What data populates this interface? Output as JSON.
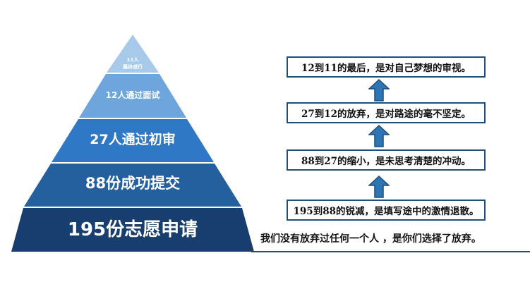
{
  "pyramid": {
    "tiers": [
      {
        "line1": "11人",
        "line2": "最终成行"
      },
      {
        "label": "12人通过面试"
      },
      {
        "label": "27人通过初审"
      },
      {
        "label": "88份成功提交"
      },
      {
        "label": "195份志愿申请"
      }
    ],
    "colors": [
      "#a7c9ea",
      "#6ea5dc",
      "#2f78c5",
      "#24609e",
      "#173e6e"
    ]
  },
  "steps": [
    "12到11的最后，是对自己梦想的审视。",
    "27到12的放弃，是对路途的毫不坚定。",
    "88到27的缩小，是未思考清楚的冲动。",
    "195到88的锐减，是填写途中的激情退散。"
  ],
  "conclusion": "我们没有放弃过任何一个人 ，是你们选择了放弃。",
  "colors": {
    "box_border": "#1f4e79",
    "arrow_fill": "#2e75b6",
    "arrow_stroke": "#1f4e79"
  }
}
